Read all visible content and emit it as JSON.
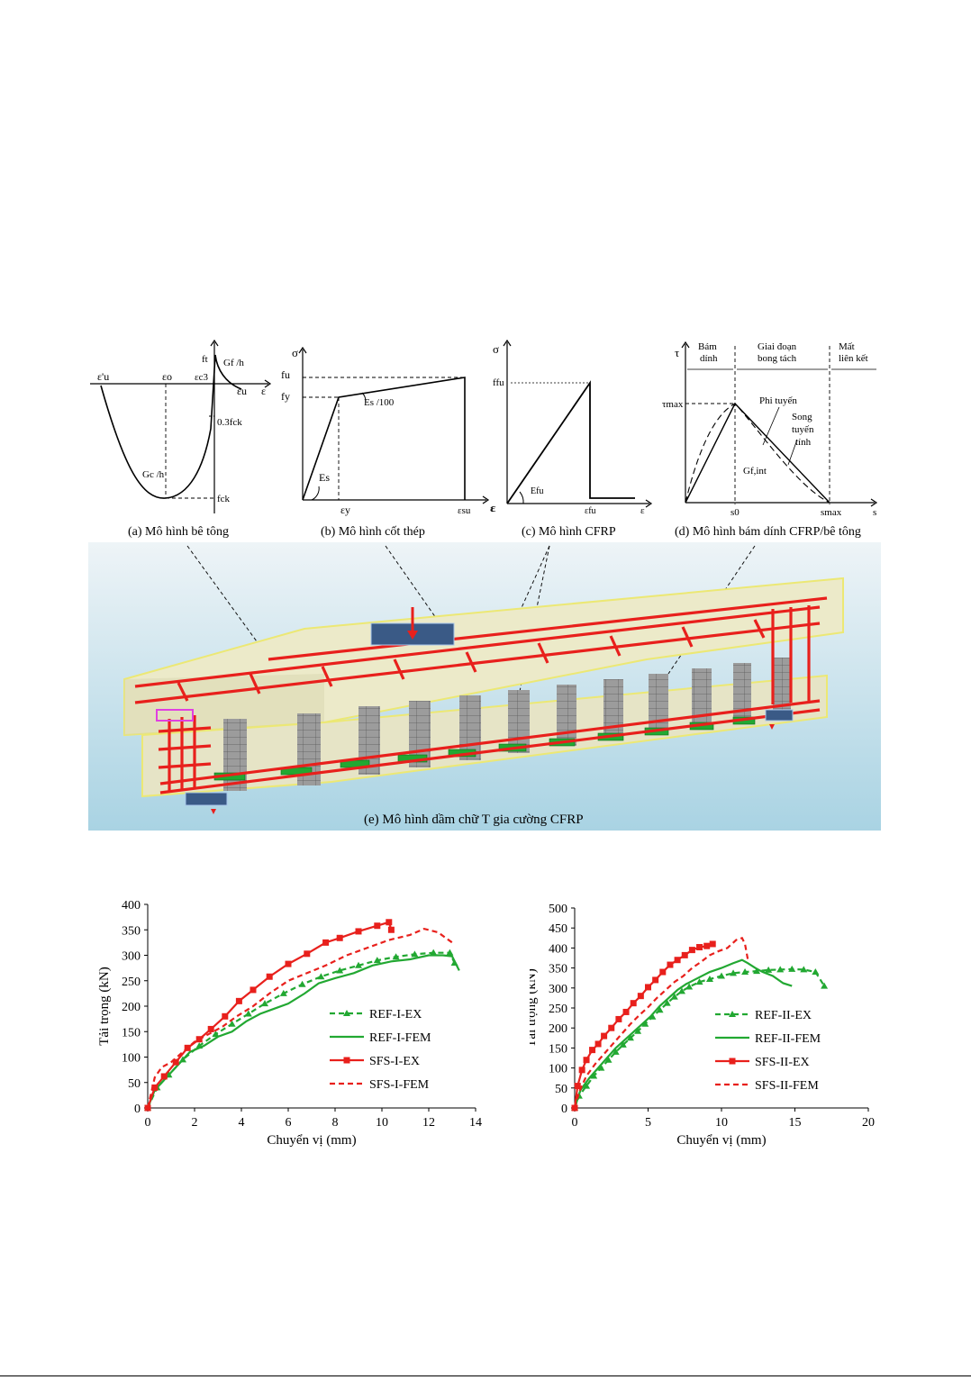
{
  "panels": {
    "a": {
      "caption": "(a) Mô hình bê tông",
      "labels": {
        "eu_prime": "ε'u",
        "eo": "εo",
        "ec3": "εc3",
        "ft": "ft",
        "gf": "Gf /h",
        "eu": "εu",
        "eps": "ε",
        "fck03": "0.3fck",
        "gc": "Gc /h",
        "fck": "fck"
      }
    },
    "b": {
      "caption": "(b) Mô hình cốt thép",
      "labels": {
        "sigma": "σ",
        "fu": "fu",
        "fy": "fy",
        "es100": "Es /100",
        "es": "Es",
        "ey": "εy",
        "esu": "εsu",
        "eps": "ε"
      }
    },
    "c": {
      "caption": "(c) Mô hình CFRP",
      "labels": {
        "sigma": "σ",
        "ffu": "ffu",
        "efu_mod": "Efu",
        "efu": "εfu",
        "eps": "ε"
      }
    },
    "d": {
      "caption": "(d) Mô hình bám dính CFRP/bê tông",
      "labels": {
        "tau": "τ",
        "bam": "Bám",
        "dinh": "dính",
        "giai": "Giai đoạn",
        "bong": "bong tách",
        "mat": "Mất",
        "lien": "liên kết",
        "taumax": "τmax",
        "phi": "Phi tuyến",
        "song": "Song",
        "tuyen": "tuyến",
        "tinh": "tính",
        "gf": "Gf,int",
        "s0": "s0",
        "smax": "smax",
        "s": "s"
      }
    },
    "e": {
      "caption": "(e) Mô hình dầm chữ T gia cường CFRP"
    }
  },
  "colors": {
    "steel": "#e8201c",
    "cfrp_green": "#22a832",
    "frame": "#f0f070",
    "bg_top": "#e9f1f6",
    "bg_bottom": "#a9d3e3",
    "magenta": "#e040e0"
  },
  "charts": [
    {
      "type": "line",
      "ylabel": "Tải trọng (kN)",
      "xlabel": "Chuyển vị (mm)",
      "xlim": [
        0,
        14
      ],
      "ylim": [
        0,
        400
      ],
      "xticks": [
        0,
        2,
        4,
        6,
        8,
        10,
        12,
        14
      ],
      "yticks": [
        0,
        50,
        100,
        150,
        200,
        250,
        300,
        350,
        400
      ],
      "series": [
        {
          "name": "REF-I-EX",
          "style": "green-dashed-tri",
          "x": [
            0,
            0.4,
            0.9,
            1.5,
            2.2,
            2.9,
            3.6,
            4.3,
            5.0,
            5.8,
            6.6,
            7.4,
            8.2,
            9.0,
            9.8,
            10.6,
            11.4,
            12.2,
            12.9,
            13.1
          ],
          "y": [
            0,
            40,
            65,
            95,
            122,
            145,
            165,
            185,
            205,
            225,
            243,
            258,
            270,
            280,
            290,
            297,
            302,
            305,
            305,
            285
          ]
        },
        {
          "name": "REF-I-FEM",
          "style": "green-solid",
          "x": [
            0,
            0.3,
            0.8,
            1.3,
            1.8,
            2.4,
            3.0,
            3.6,
            4.2,
            4.8,
            5.4,
            6.0,
            6.7,
            7.3,
            8.0,
            8.8,
            9.6,
            10.4,
            11.2,
            12.0,
            12.6,
            13.0,
            13.3
          ],
          "y": [
            0,
            35,
            60,
            85,
            110,
            122,
            140,
            150,
            170,
            185,
            195,
            205,
            225,
            245,
            255,
            265,
            280,
            288,
            292,
            300,
            300,
            298,
            270
          ]
        },
        {
          "name": "SFS-I-EX",
          "style": "red-solid-sq",
          "x": [
            0,
            0.3,
            0.7,
            1.2,
            1.7,
            2.2,
            2.7,
            3.3,
            3.9,
            4.5,
            5.2,
            6.0,
            6.8,
            7.6,
            8.2,
            9.0,
            9.8,
            10.3,
            10.4
          ],
          "y": [
            0,
            40,
            62,
            90,
            118,
            135,
            155,
            180,
            210,
            232,
            258,
            283,
            303,
            325,
            334,
            347,
            358,
            365,
            350
          ]
        },
        {
          "name": "SFS-I-FEM",
          "style": "red-dashed",
          "x": [
            0,
            0.3,
            0.6,
            1.0,
            1.5,
            2.0,
            2.6,
            3.2,
            3.8,
            4.5,
            5.2,
            6.0,
            6.8,
            7.6,
            8.5,
            9.4,
            10.3,
            11.2,
            11.8,
            12.4,
            13.0
          ],
          "y": [
            0,
            60,
            80,
            90,
            110,
            130,
            145,
            160,
            180,
            200,
            225,
            250,
            265,
            280,
            300,
            315,
            330,
            340,
            352,
            345,
            325
          ]
        }
      ]
    },
    {
      "type": "line",
      "ylabel": "Tải trọng (kN)",
      "xlabel": "Chuyển vị (mm)",
      "xlim": [
        0,
        20
      ],
      "ylim": [
        0,
        500
      ],
      "xticks": [
        0,
        5,
        10,
        15,
        20
      ],
      "yticks": [
        0,
        50,
        100,
        150,
        200,
        250,
        300,
        350,
        400,
        450,
        500
      ],
      "series": [
        {
          "name": "REF-II-EX",
          "style": "green-dashed-tri",
          "x": [
            0,
            0.3,
            0.8,
            1.3,
            1.8,
            2.3,
            2.8,
            3.3,
            3.8,
            4.3,
            4.8,
            5.3,
            5.8,
            6.3,
            6.8,
            7.3,
            7.8,
            8.5,
            9.2,
            10.0,
            10.8,
            11.6,
            12.4,
            13.2,
            14.0,
            14.8,
            15.6,
            16.4,
            17.0
          ],
          "y": [
            0,
            30,
            55,
            80,
            100,
            120,
            140,
            158,
            175,
            192,
            210,
            228,
            245,
            262,
            278,
            292,
            303,
            315,
            322,
            330,
            337,
            340,
            342,
            345,
            346,
            347,
            346,
            340,
            305
          ]
        },
        {
          "name": "REF-II-FEM",
          "style": "green-solid",
          "x": [
            0,
            0.4,
            1.0,
            1.6,
            2.2,
            2.8,
            3.4,
            4.0,
            4.6,
            5.2,
            5.8,
            6.4,
            7.0,
            7.6,
            8.4,
            9.2,
            10.0,
            10.8,
            11.4,
            11.8,
            12.3,
            12.8,
            13.5,
            14.2,
            14.8
          ],
          "y": [
            0,
            45,
            75,
            100,
            125,
            150,
            170,
            190,
            210,
            230,
            255,
            275,
            295,
            310,
            325,
            340,
            350,
            362,
            370,
            362,
            350,
            340,
            330,
            312,
            305
          ]
        },
        {
          "name": "SFS-II-EX",
          "style": "red-solid-sq",
          "x": [
            0,
            0.2,
            0.5,
            0.8,
            1.2,
            1.6,
            2.0,
            2.5,
            3.0,
            3.5,
            4.0,
            4.5,
            5.0,
            5.5,
            6.0,
            6.5,
            7.0,
            7.5,
            8.0,
            8.5,
            9.0,
            9.4
          ],
          "y": [
            0,
            55,
            95,
            120,
            145,
            160,
            180,
            200,
            222,
            240,
            262,
            280,
            302,
            320,
            340,
            358,
            370,
            382,
            395,
            402,
            405,
            410
          ]
        },
        {
          "name": "SFS-II-FEM",
          "style": "red-dashed",
          "x": [
            0,
            0.3,
            0.8,
            1.4,
            2.0,
            2.6,
            3.2,
            3.8,
            4.4,
            5.0,
            5.6,
            6.2,
            6.8,
            7.4,
            8.0,
            8.6,
            9.2,
            9.8,
            10.4,
            11.0,
            11.4,
            11.6,
            11.8
          ],
          "y": [
            0,
            40,
            80,
            110,
            135,
            160,
            185,
            210,
            232,
            252,
            275,
            295,
            315,
            330,
            350,
            365,
            382,
            392,
            400,
            420,
            425,
            410,
            370
          ]
        }
      ]
    }
  ]
}
